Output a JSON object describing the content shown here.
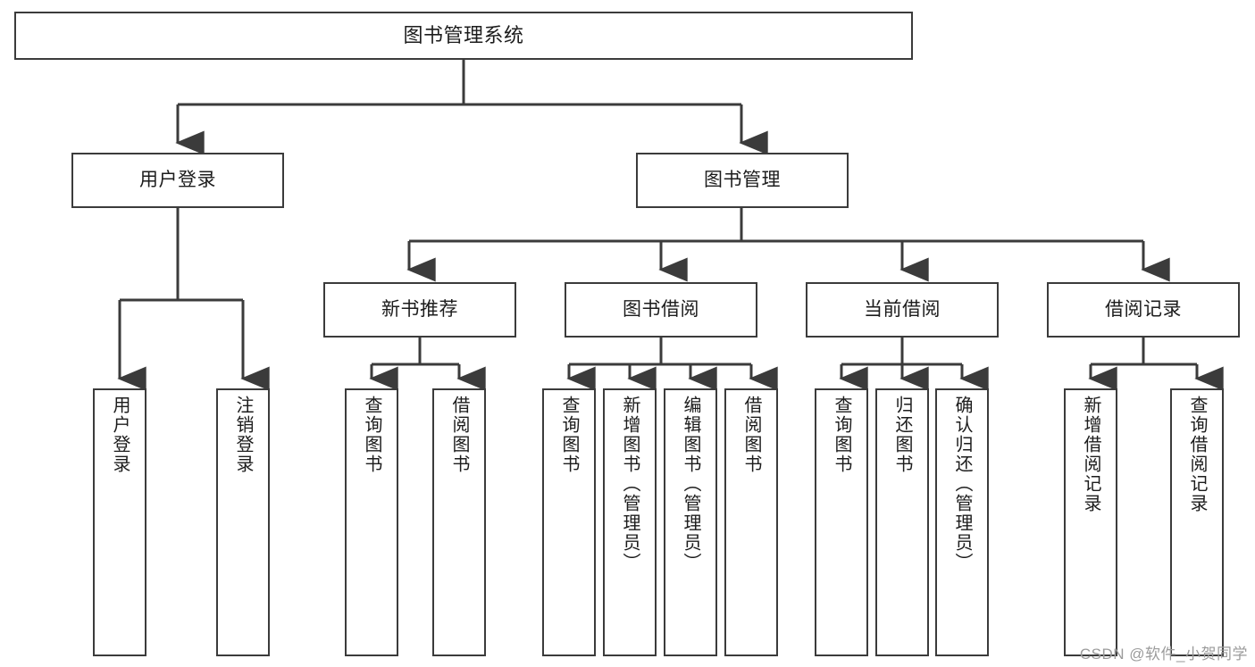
{
  "diagram": {
    "title": "图书管理系统",
    "type": "tree",
    "colors": {
      "box_border": "#3b3b3b",
      "box_fill": "#ffffff",
      "line": "#3b3b3b",
      "text": "#1c1c1c",
      "watermark": "#9b9b9b"
    },
    "root": {
      "label": "图书管理系统"
    },
    "level1": [
      {
        "label": "用户登录"
      },
      {
        "label": "图书管理"
      }
    ],
    "level2": [
      {
        "label": "新书推荐"
      },
      {
        "label": "图书借阅"
      },
      {
        "label": "当前借阅"
      },
      {
        "label": "借阅记录"
      }
    ],
    "leaves": {
      "user_login": [
        {
          "label": "用户登录"
        },
        {
          "label": "注销登录"
        }
      ],
      "new_book": [
        {
          "label": "查询图书"
        },
        {
          "label": "借阅图书"
        }
      ],
      "book_borrow": [
        {
          "label": "查询图书"
        },
        {
          "label": "新增图书（管理员）"
        },
        {
          "label": "编辑图书（管理员）"
        },
        {
          "label": "借阅图书"
        }
      ],
      "current_borrow": [
        {
          "label": "查询图书"
        },
        {
          "label": "归还图书"
        },
        {
          "label": "确认归还（管理员）"
        }
      ],
      "borrow_record": [
        {
          "label": "新增借阅记录"
        },
        {
          "label": "查询借阅记录"
        }
      ]
    },
    "watermark": "CSDN @软件_小贺同学"
  }
}
